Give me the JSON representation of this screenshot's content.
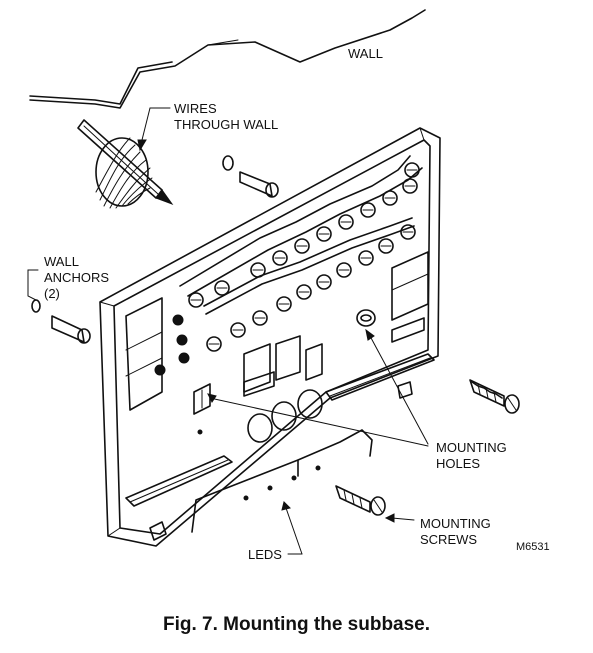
{
  "labels": {
    "wall": "WALL",
    "wires_line1": "WIRES",
    "wires_line2": "THROUGH WALL",
    "anchors_line1": "WALL",
    "anchors_line2": "ANCHORS",
    "anchors_line3": "(2)",
    "holes_line1": "MOUNTING",
    "holes_line2": "HOLES",
    "screws_line1": "MOUNTING",
    "screws_line2": "SCREWS",
    "leds": "LEDS",
    "figure_code": "M6531"
  },
  "caption": "Fig. 7. Mounting the subbase."
}
